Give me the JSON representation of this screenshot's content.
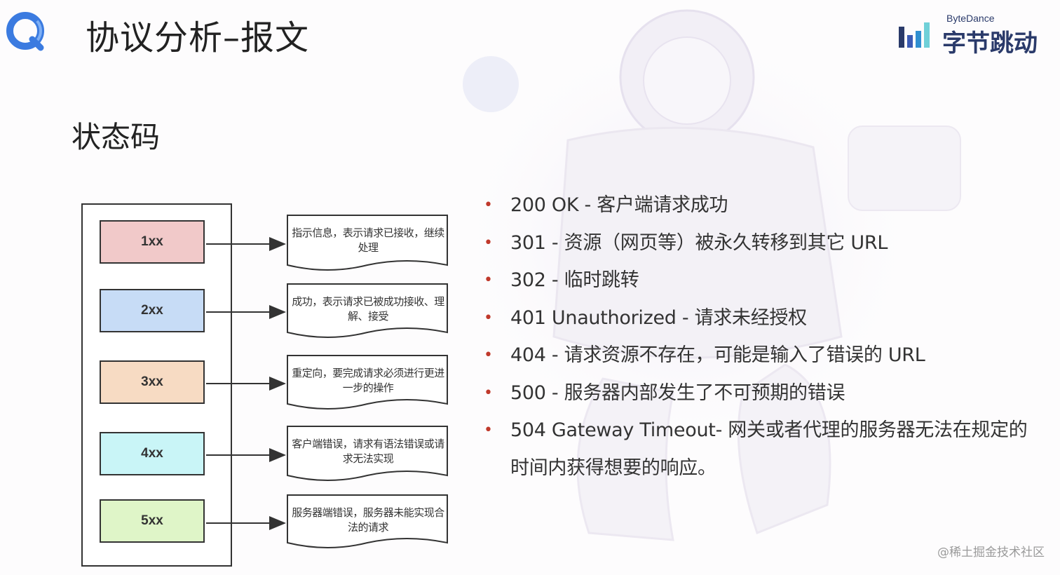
{
  "page": {
    "title": "协议分析–报文",
    "section_heading": "状态码"
  },
  "brand": {
    "name_en": "ByteDance",
    "name_cn": "字节跳动"
  },
  "diagram": {
    "codes": [
      {
        "label": "1xx",
        "color": "#f1c9c9",
        "description": "指示信息，表示请求已接收，继续处理"
      },
      {
        "label": "2xx",
        "color": "#c7dcf6",
        "description": "成功，表示请求已被成功接收、理解、接受"
      },
      {
        "label": "3xx",
        "color": "#f7dbc3",
        "description": "重定向，要完成请求必须进行更进一步的操作"
      },
      {
        "label": "4xx",
        "color": "#c9f5f7",
        "description": "客户端错误，请求有语法错误或请求无法实现"
      },
      {
        "label": "5xx",
        "color": "#dff5c8",
        "description": "服务器端错误，服务器未能实现合法的请求"
      }
    ]
  },
  "status_list": [
    "200 OK - 客户端请求成功",
    "301 - 资源（网页等）被永久转移到其它 URL",
    "302 - 临时跳转",
    "401 Unauthorized - 请求未经授权",
    "404 - 请求资源不存在，可能是输入了错误的 URL",
    "500 - 服务器内部发生了不可预期的错误",
    "504 Gateway Timeout- 网关或者代理的服务器无法在规定的时间内获得想要的响应。"
  ],
  "watermark": "@稀土掘金技术社区",
  "colors": {
    "bullet": "#c0392b",
    "brand": "#2a3a6a",
    "logo": "#3b7be0"
  }
}
